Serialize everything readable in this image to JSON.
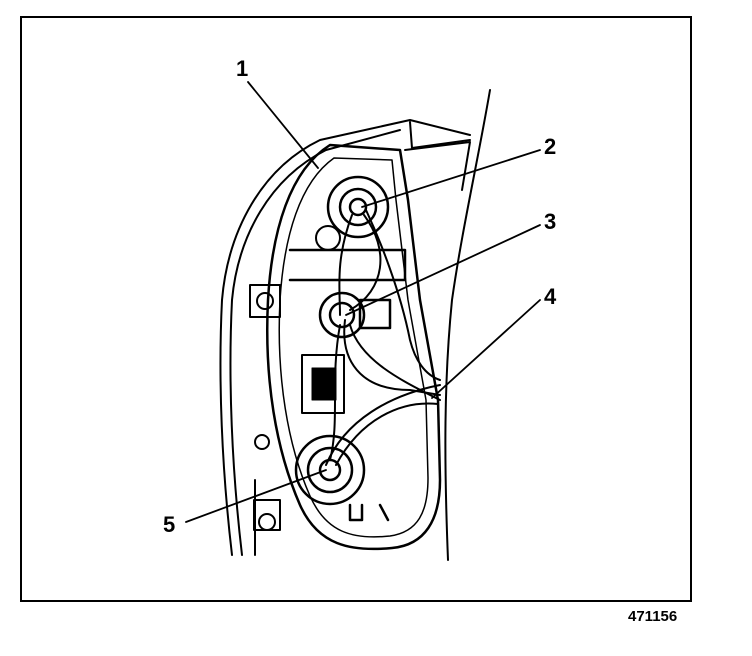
{
  "figure_number": "471156",
  "callouts": [
    {
      "label": "1"
    },
    {
      "label": "2"
    },
    {
      "label": "3"
    },
    {
      "label": "4"
    },
    {
      "label": "5"
    }
  ]
}
